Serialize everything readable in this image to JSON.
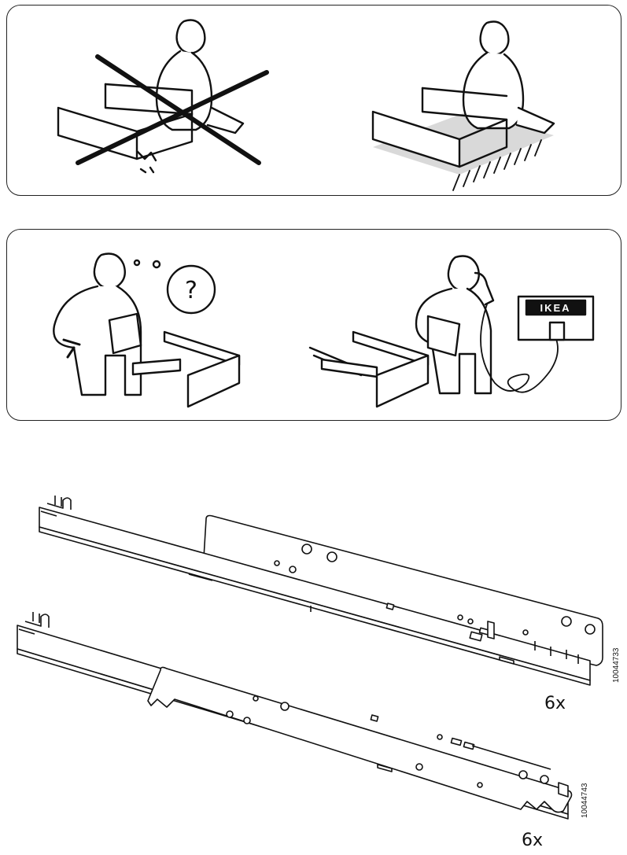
{
  "panel_warnings": {
    "help_sign": "?",
    "store_brand": "IKEA"
  },
  "parts": [
    {
      "article_number": "10044733",
      "quantity": "6x"
    },
    {
      "article_number": "10044743",
      "quantity": "6x"
    }
  ],
  "colors": {
    "line": "#111111",
    "floor_shade": "#d9d9d9"
  }
}
